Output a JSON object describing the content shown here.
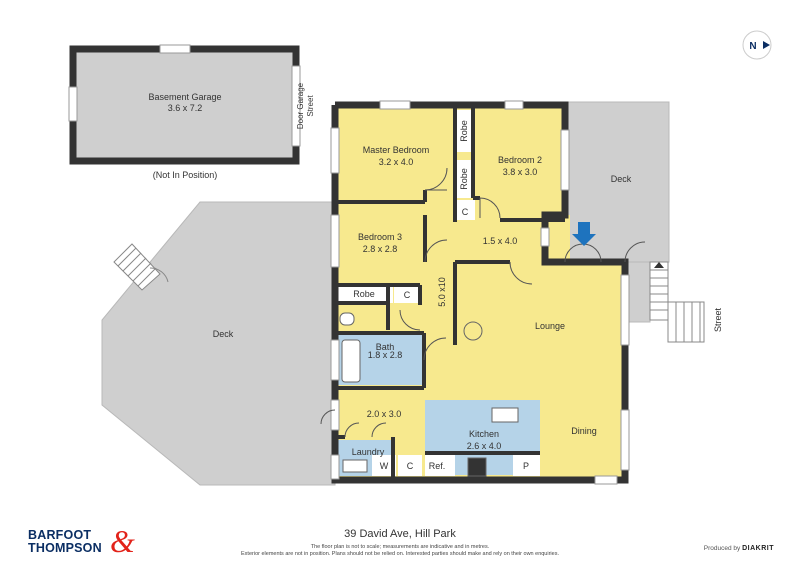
{
  "garage": {
    "title": "Basement Garage",
    "size": "3.6 x 7.2",
    "door": "Door Garage",
    "street": "Street",
    "note": "(Not In Position)"
  },
  "rooms": {
    "master": {
      "name": "Master Bedroom",
      "size": "3.2 x 4.0"
    },
    "bed2": {
      "name": "Bedroom 2",
      "size": "3.8 x 3.0"
    },
    "bed3": {
      "name": "Bedroom 3",
      "size": "2.8 x 2.8"
    },
    "hall_top": {
      "size": "1.5 x 4.0"
    },
    "hall_main": {
      "size": "5.0 x10"
    },
    "lounge": {
      "name": "Lounge"
    },
    "dining": {
      "name": "Dining"
    },
    "bath": {
      "name": "Bath",
      "size": "1.8 x 2.8"
    },
    "utility": {
      "size": "2.0 x 3.0"
    },
    "kitchen": {
      "name": "Kitchen",
      "size": "2.6 x 4.0"
    },
    "laundry": {
      "name": "Laundry"
    }
  },
  "labels": {
    "robe": "Robe",
    "cupboard": "C",
    "washer": "W",
    "refrigerator": "Ref.",
    "pantry": "P",
    "deck": "Deck",
    "street": "Street"
  },
  "compass": {
    "label": "N"
  },
  "footer": {
    "address": "39 David Ave, Hill Park",
    "note_line1": "The floor plan is not to scale; measurements are indicative and in metres.",
    "note_line2": "Exterior elements are not in position. Plans should not be relied on. Interested parties should make and rely on their own enquiries.",
    "produced_by": "Produced by",
    "producer": "DIAKRIT"
  },
  "brand": {
    "line1": "BARFOOT",
    "line2": "THOMPSON",
    "symbol": "&"
  },
  "colors": {
    "room_fill": "#f7e98e",
    "wet_fill": "#b5d3e8",
    "deck_fill": "#cfcfcf",
    "wall": "#333333",
    "accent_arrow": "#1e73be",
    "brand_navy": "#0b2e63",
    "brand_red": "#e2231a"
  }
}
